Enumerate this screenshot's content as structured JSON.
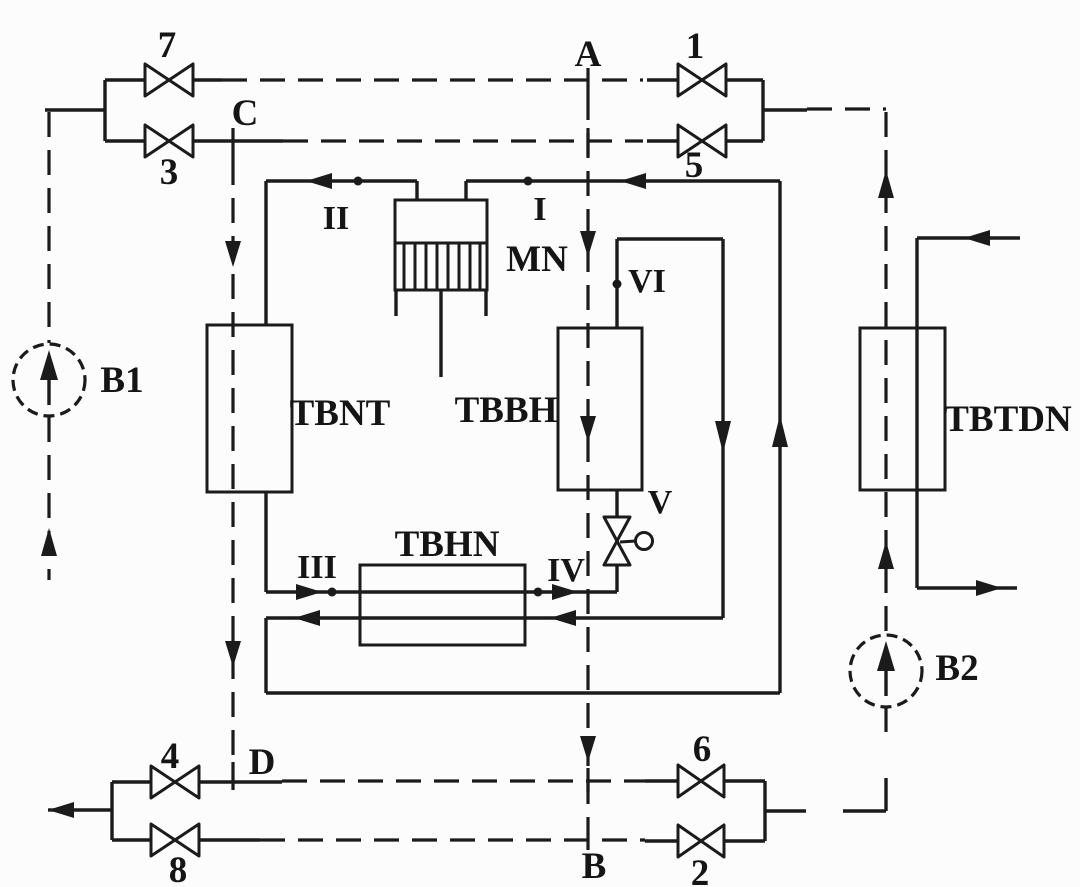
{
  "colors": {
    "ink": "#1b1b1b",
    "background": "#fcfcfc"
  },
  "schematic": {
    "description": "heat pump refrigeration circuit diagram",
    "compressor": {
      "label": "MN"
    },
    "heat_exchangers": {
      "left": {
        "label": "TBNT"
      },
      "center": {
        "label": "TBBH"
      },
      "bottom": {
        "label": "TBHN"
      },
      "right": {
        "label": "TBTDN"
      }
    },
    "pumps": {
      "left": {
        "label": "B1"
      },
      "right": {
        "label": "B2"
      }
    },
    "expansion_valve": {
      "label": "V"
    },
    "shutoff_valves": {
      "v1": {
        "label": "1"
      },
      "v2": {
        "label": "2"
      },
      "v3": {
        "label": "3"
      },
      "v4": {
        "label": "4"
      },
      "v5": {
        "label": "5"
      },
      "v6": {
        "label": "6"
      },
      "v7": {
        "label": "7"
      },
      "v8": {
        "label": "8"
      }
    },
    "junctions": {
      "a": {
        "label": "A"
      },
      "b": {
        "label": "B"
      },
      "c": {
        "label": "C"
      },
      "d": {
        "label": "D"
      }
    },
    "state_points": {
      "i": {
        "label": "I"
      },
      "ii": {
        "label": "II"
      },
      "iii": {
        "label": "III"
      },
      "iv": {
        "label": "IV"
      },
      "vi": {
        "label": "VI"
      }
    }
  }
}
